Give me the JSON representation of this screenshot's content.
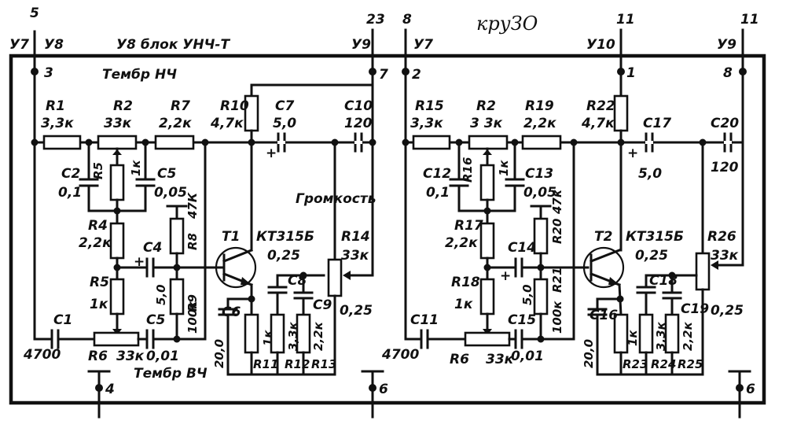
{
  "header": {
    "handwritten": "круЗО",
    "block_title": "У8 блок УНЧ-Т",
    "top_pins": [
      {
        "num": "5",
        "units": [
          "У7",
          "У8"
        ],
        "pin": "3"
      },
      {
        "num": "23",
        "units": [
          "У9"
        ],
        "pin": "7"
      },
      {
        "num": "8",
        "units": [
          "У7"
        ],
        "pin": "2"
      },
      {
        "num": "11",
        "units": [
          "У10"
        ],
        "pin": "1"
      },
      {
        "num": "11",
        "units": [
          "У9"
        ],
        "pin": "8"
      }
    ]
  },
  "labels": {
    "tone_lf": "Тембр НЧ",
    "tone_hf": "Тембр ВЧ",
    "volume": "Громкость"
  },
  "ground_pins": [
    "4",
    "6",
    "6"
  ],
  "channels": [
    {
      "resistors": [
        {
          "ref": "R1",
          "value": "3,3к"
        },
        {
          "ref": "R2",
          "value": "33к"
        },
        {
          "ref": "R7",
          "value": "2,2к"
        },
        {
          "ref": "R10",
          "value": "4,7к"
        },
        {
          "ref": "R5",
          "value": "1к"
        },
        {
          "ref": "R4",
          "value": "2,2к"
        },
        {
          "ref": "R8",
          "value": "47К"
        },
        {
          "ref": "R9",
          "value": "100к"
        },
        {
          "ref": "R6",
          "value": "33к"
        },
        {
          "ref": "R11",
          "value": "1к"
        },
        {
          "ref": "R12",
          "value": "3,3к"
        },
        {
          "ref": "R13",
          "value": "2,2к"
        },
        {
          "ref": "R14",
          "value": "33к"
        }
      ],
      "capacitors": [
        {
          "ref": "C2",
          "value": "0,1"
        },
        {
          "ref": "C5",
          "value": "0,05"
        },
        {
          "ref": "C7",
          "value": "5,0"
        },
        {
          "ref": "C10",
          "value": "120"
        },
        {
          "ref": "C4",
          "value": "5,0"
        },
        {
          "ref": "C1",
          "value": "4700"
        },
        {
          "ref": "C5",
          "value": "0,01"
        },
        {
          "ref": "C6",
          "value": "20,0"
        },
        {
          "ref": "C8",
          "value": "0,25"
        },
        {
          "ref": "C9",
          "value": "0,25"
        }
      ],
      "transistor": {
        "ref": "T1",
        "type": "КТ315Б"
      }
    },
    {
      "resistors": [
        {
          "ref": "R15",
          "value": "3,3к"
        },
        {
          "ref": "R2",
          "value": "3 3к"
        },
        {
          "ref": "R19",
          "value": "2,2к"
        },
        {
          "ref": "R22",
          "value": "4,7к"
        },
        {
          "ref": "R16",
          "value": "1к"
        },
        {
          "ref": "R17",
          "value": "2,2к"
        },
        {
          "ref": "R20",
          "value": "47к"
        },
        {
          "ref": "R18",
          "value": "1к"
        },
        {
          "ref": "R21",
          "value": "100к"
        },
        {
          "ref": "R6",
          "value": "33к"
        },
        {
          "ref": "R23",
          "value": "1к"
        },
        {
          "ref": "R24",
          "value": "3,3к"
        },
        {
          "ref": "R25",
          "value": "2,2к"
        },
        {
          "ref": "R26",
          "value": "33к"
        }
      ],
      "capacitors": [
        {
          "ref": "C12",
          "value": "0,1"
        },
        {
          "ref": "C13",
          "value": "0,05"
        },
        {
          "ref": "C17",
          "value": "5,0"
        },
        {
          "ref": "C20",
          "value": "120"
        },
        {
          "ref": "C14",
          "value": "5,0"
        },
        {
          "ref": "C11",
          "value": "4700"
        },
        {
          "ref": "C15",
          "value": "0,01"
        },
        {
          "ref": "C16",
          "value": "20,0"
        },
        {
          "ref": "C18",
          "value": "0,25"
        },
        {
          "ref": "C19",
          "value": "0,25"
        }
      ],
      "transistor": {
        "ref": "T2",
        "type": "КТ315Б"
      }
    }
  ]
}
